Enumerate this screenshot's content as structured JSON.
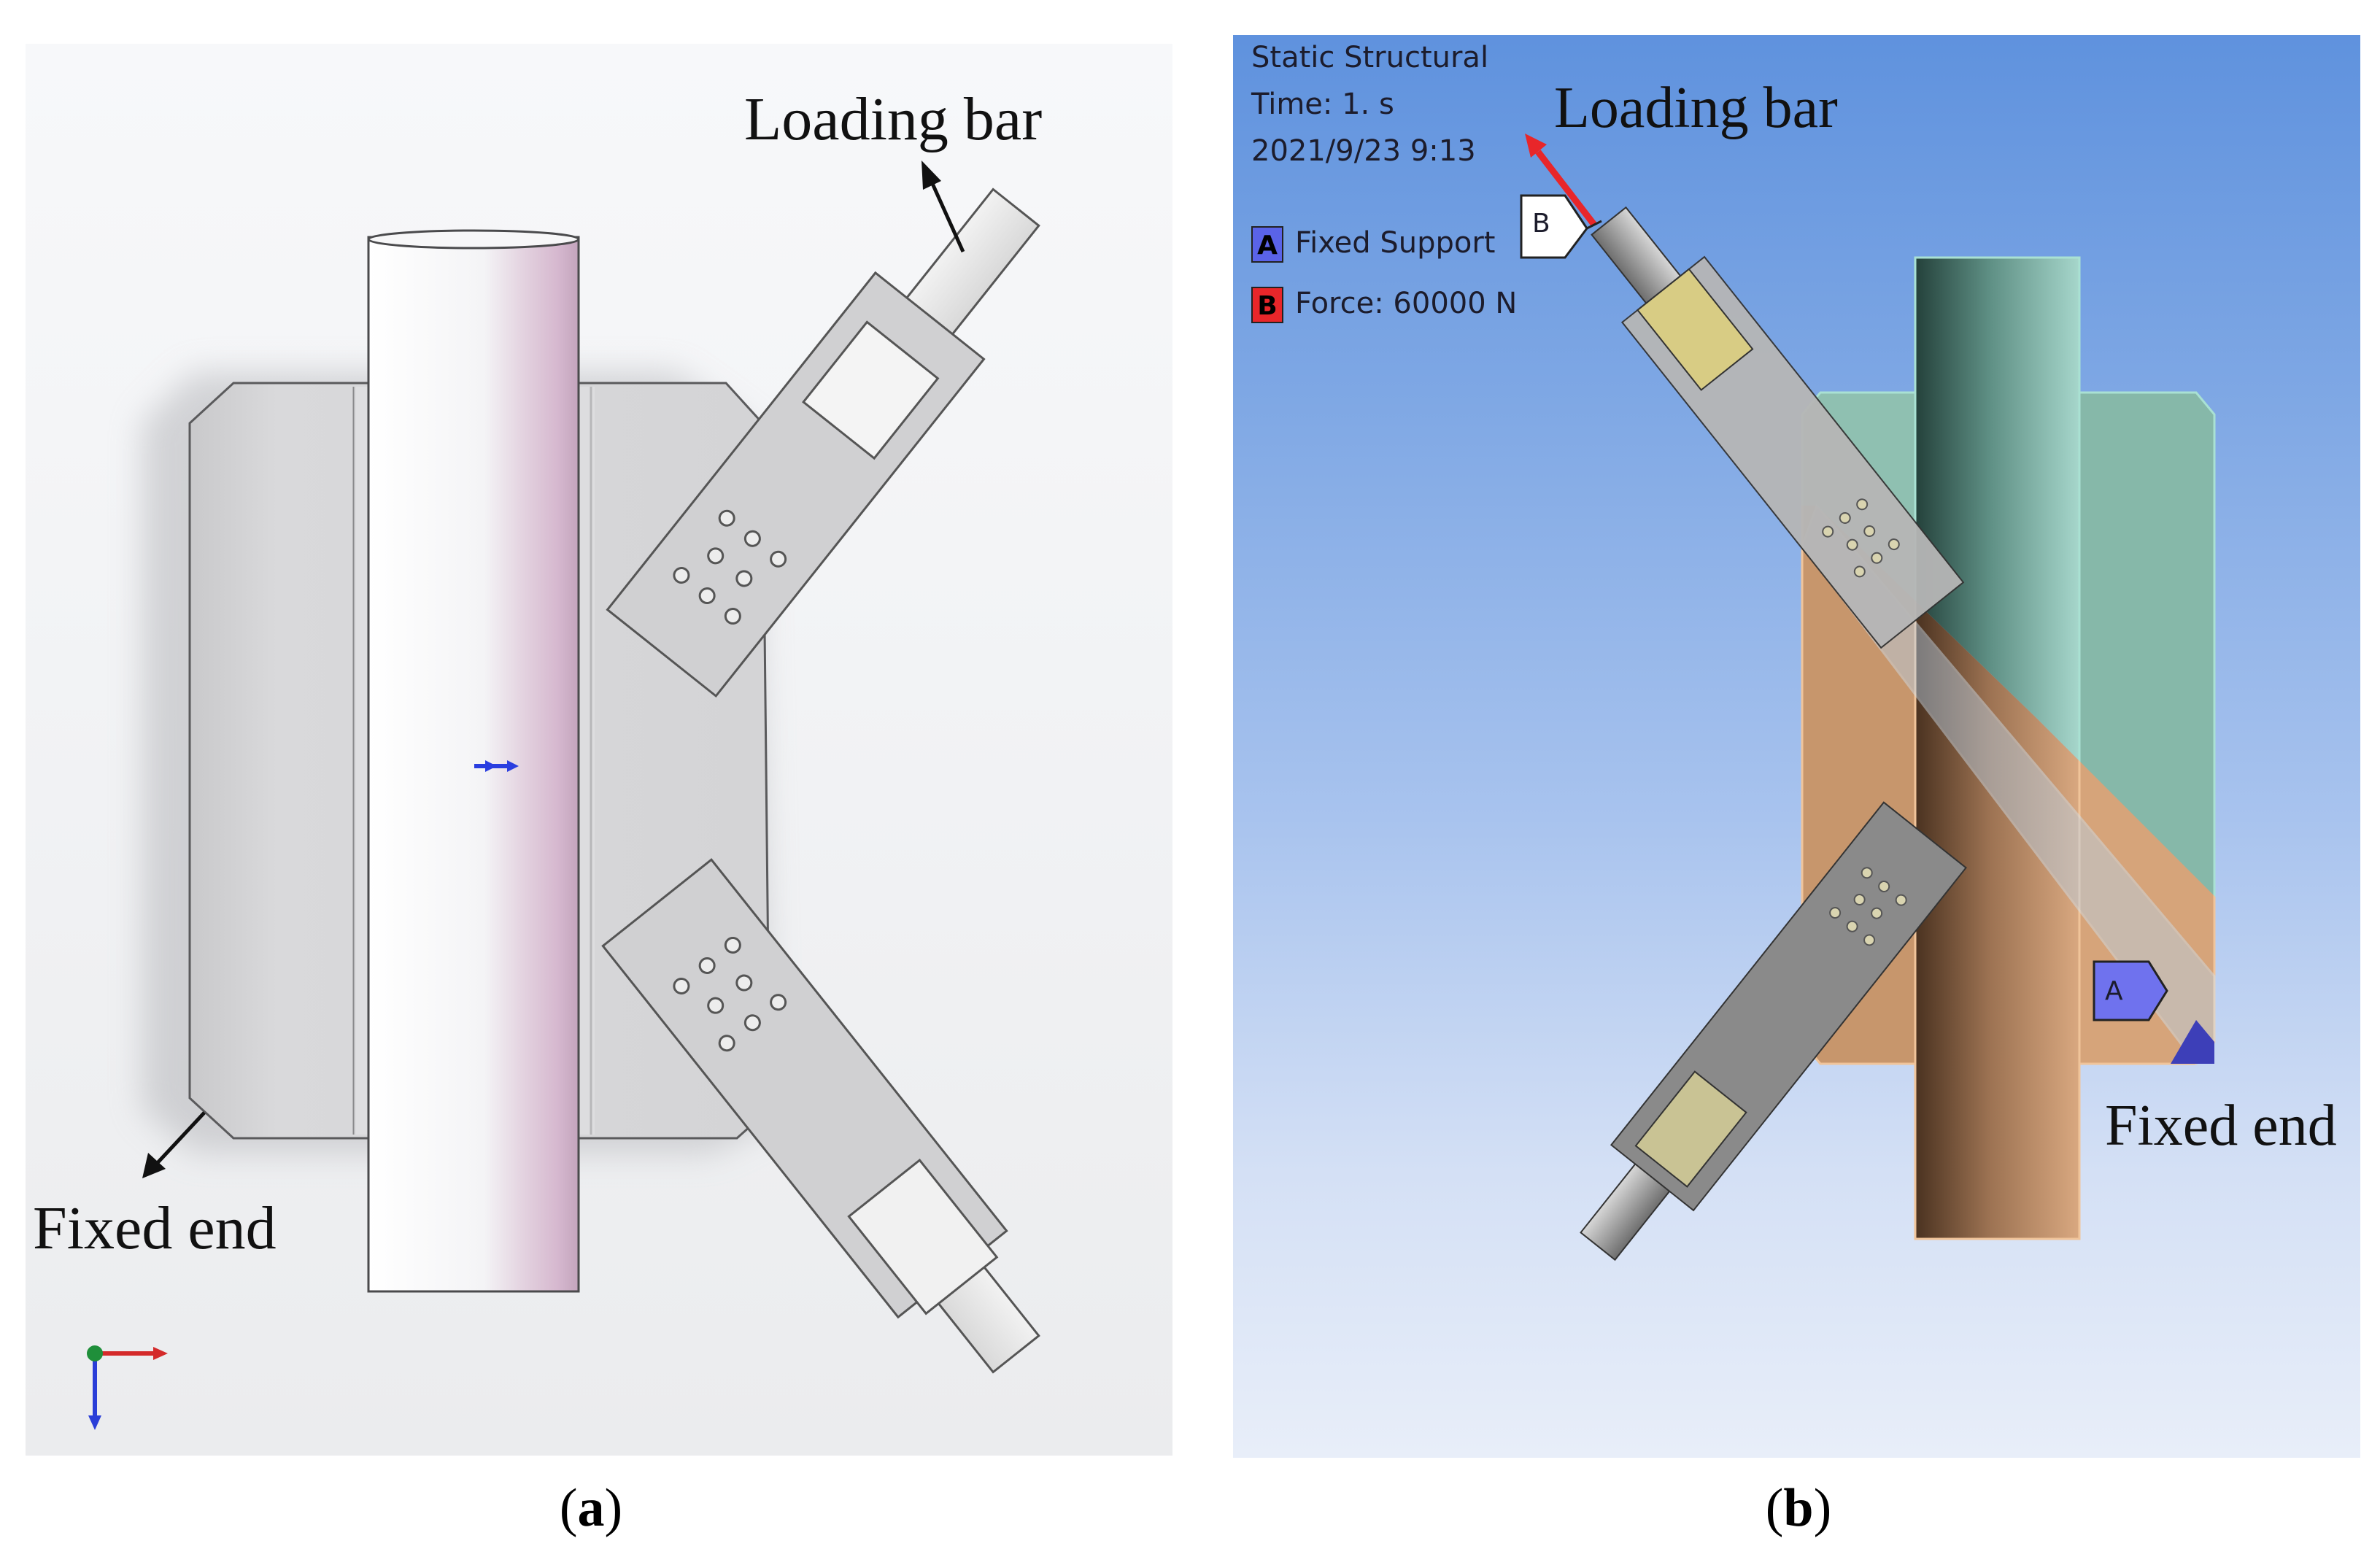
{
  "panel_a": {
    "caption_letter": "a",
    "labels": {
      "loading_bar": "Loading bar",
      "fixed_end": "Fixed end"
    },
    "icons": [
      "triad-axes-icon",
      "origin-arrow-icon"
    ]
  },
  "panel_b": {
    "caption_letter": "b",
    "header": {
      "analysis": "Static Structural",
      "time": "Time: 1. s",
      "timestamp": "2021/9/23 9:13"
    },
    "legend": [
      {
        "key": "A",
        "label": "Fixed Support",
        "color": "#5a63e8"
      },
      {
        "key": "B",
        "label": "Force: 60000 N",
        "color": "#e8262a"
      }
    ],
    "labels": {
      "loading_bar": "Loading bar",
      "fixed_end": "Fixed end"
    },
    "markers": {
      "a": "A",
      "b": "B"
    },
    "colors": {
      "background_top": "#5f92de",
      "background_bottom": "#e8eef9",
      "upper_body": "#8fc4b6",
      "lower_body": "#c99a72",
      "force_arrow": "#e8262a",
      "fixed_support": "#3d3fb8"
    }
  }
}
